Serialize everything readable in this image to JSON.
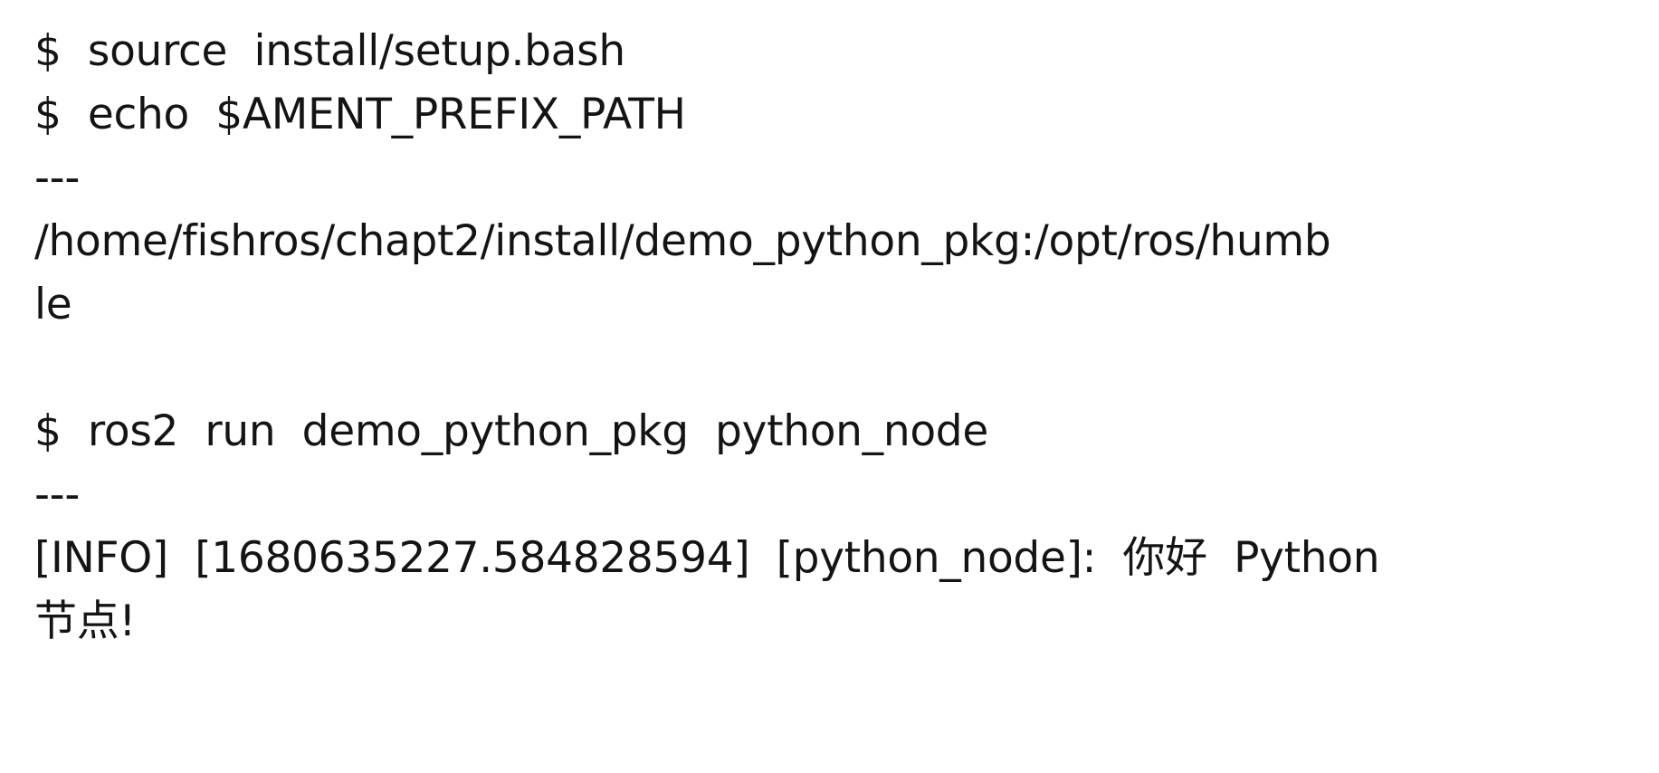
{
  "terminal": {
    "lines": [
      {
        "kind": "command",
        "text": "$  source  install/setup.bash"
      },
      {
        "kind": "command",
        "text": "$  echo  $AMENT_PREFIX_PATH"
      },
      {
        "kind": "separator",
        "text": "---"
      },
      {
        "kind": "output",
        "text": "/home/fishros/chapt2/install/demo_python_pkg:/opt/ros/humb"
      },
      {
        "kind": "output",
        "text": "le"
      },
      {
        "kind": "blank",
        "text": ""
      },
      {
        "kind": "command",
        "text": "$  ros2  run  demo_python_pkg  python_node"
      },
      {
        "kind": "separator",
        "text": "---"
      },
      {
        "kind": "output",
        "text": "[INFO]  [1680635227.584828594]  [python_node]:  你好  Python"
      },
      {
        "kind": "output",
        "text": "节点!"
      }
    ]
  }
}
